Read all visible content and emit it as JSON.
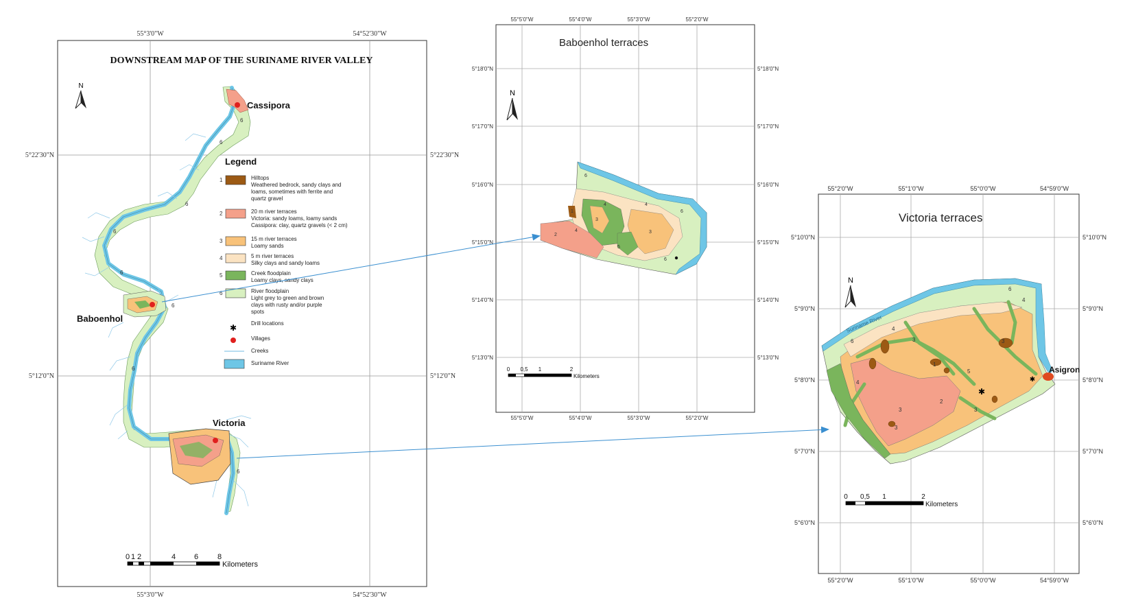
{
  "main_map": {
    "title": "DOWNSTREAM MAP OF THE SURINAME RIVER VALLEY",
    "top_coords": [
      "55°3'0\"W",
      "54°52'30\"W"
    ],
    "bottom_coords": [
      "55°3'0\"W",
      "54°52'30\"W"
    ],
    "left_coords": [
      "5°22'30\"N",
      "5°12'0\"N"
    ],
    "right_coords": [
      "5°22'30\"N",
      "5°12'0\"N"
    ],
    "places": {
      "cassipora": "Cassipora",
      "baboenhol": "Baboenhol",
      "victoria": "Victoria"
    },
    "scalebar": {
      "ticks": [
        "0",
        "1",
        "2",
        "4",
        "6",
        "8"
      ],
      "unit": "Kilometers"
    },
    "legend": {
      "title": "Legend",
      "items": [
        {
          "num": "1",
          "title": "Hilltops",
          "desc": [
            "Weathered bedrock, sandy clays and",
            "loams, sometimes with ferrite and",
            "quartz gravel"
          ],
          "color": "#9c5a14"
        },
        {
          "num": "2",
          "title": "20 m river terraces",
          "desc": [
            "Victoria: sandy loams, loamy sands",
            "Cassipora: clay, quartz gravels (< 2 cm)"
          ],
          "color": "#f4a08a"
        },
        {
          "num": "3",
          "title": "15 m river terraces",
          "desc": [
            "Loamy sands"
          ],
          "color": "#f8c27a"
        },
        {
          "num": "4",
          "title": "5 m river terraces",
          "desc": [
            "Silky clays and sandy loams"
          ],
          "color": "#fbe3c2"
        },
        {
          "num": "5",
          "title": "Creek floodplain",
          "desc": [
            "Loamy clays, sandy clays"
          ],
          "color": "#7ab55c"
        },
        {
          "num": "6",
          "title": "River floodplain",
          "desc": [
            "Light grey to green and brown",
            "clays with rusty and/or purple",
            "spots"
          ],
          "color": "#d8f0c0"
        }
      ],
      "symbols": {
        "drill": "Drill locations",
        "villages": "Villages",
        "creeks": "Creeks",
        "river": "Suriname River"
      }
    }
  },
  "baboenhol_map": {
    "title": "Baboenhol terraces",
    "top_coords": [
      "55°5'0\"W",
      "55°4'0\"W",
      "55°3'0\"W",
      "55°2'0\"W"
    ],
    "bottom_coords": [
      "55°5'0\"W",
      "55°4'0\"W",
      "55°3'0\"W",
      "55°2'0\"W"
    ],
    "lat_coords": [
      "5°18'0\"N",
      "5°17'0\"N",
      "5°16'0\"N",
      "5°15'0\"N",
      "5°14'0\"N",
      "5°13'0\"N"
    ],
    "scalebar": {
      "ticks": [
        "0",
        "0,5",
        "1",
        "2"
      ],
      "unit": "Kilometers"
    }
  },
  "victoria_map": {
    "title": "Victoria terraces",
    "top_coords": [
      "55°2'0\"W",
      "55°1'0\"W",
      "55°0'0\"W",
      "54°59'0\"W"
    ],
    "bottom_coords": [
      "55°2'0\"W",
      "55°1'0\"W",
      "55°0'0\"W",
      "54°59'0\"W"
    ],
    "lat_coords": [
      "5°10'0\"N",
      "5°9'0\"N",
      "5°8'0\"N",
      "5°7'0\"N",
      "5°6'0\"N"
    ],
    "river_label": "Suriname River",
    "village": "Asigron",
    "scalebar": {
      "ticks": [
        "0",
        "0,5",
        "1",
        "2"
      ],
      "unit": "Kilometers"
    }
  },
  "north": "N",
  "colors": {
    "river": "#6ec6e6",
    "arrow": "#3a8fd0",
    "grid": "#999999"
  }
}
